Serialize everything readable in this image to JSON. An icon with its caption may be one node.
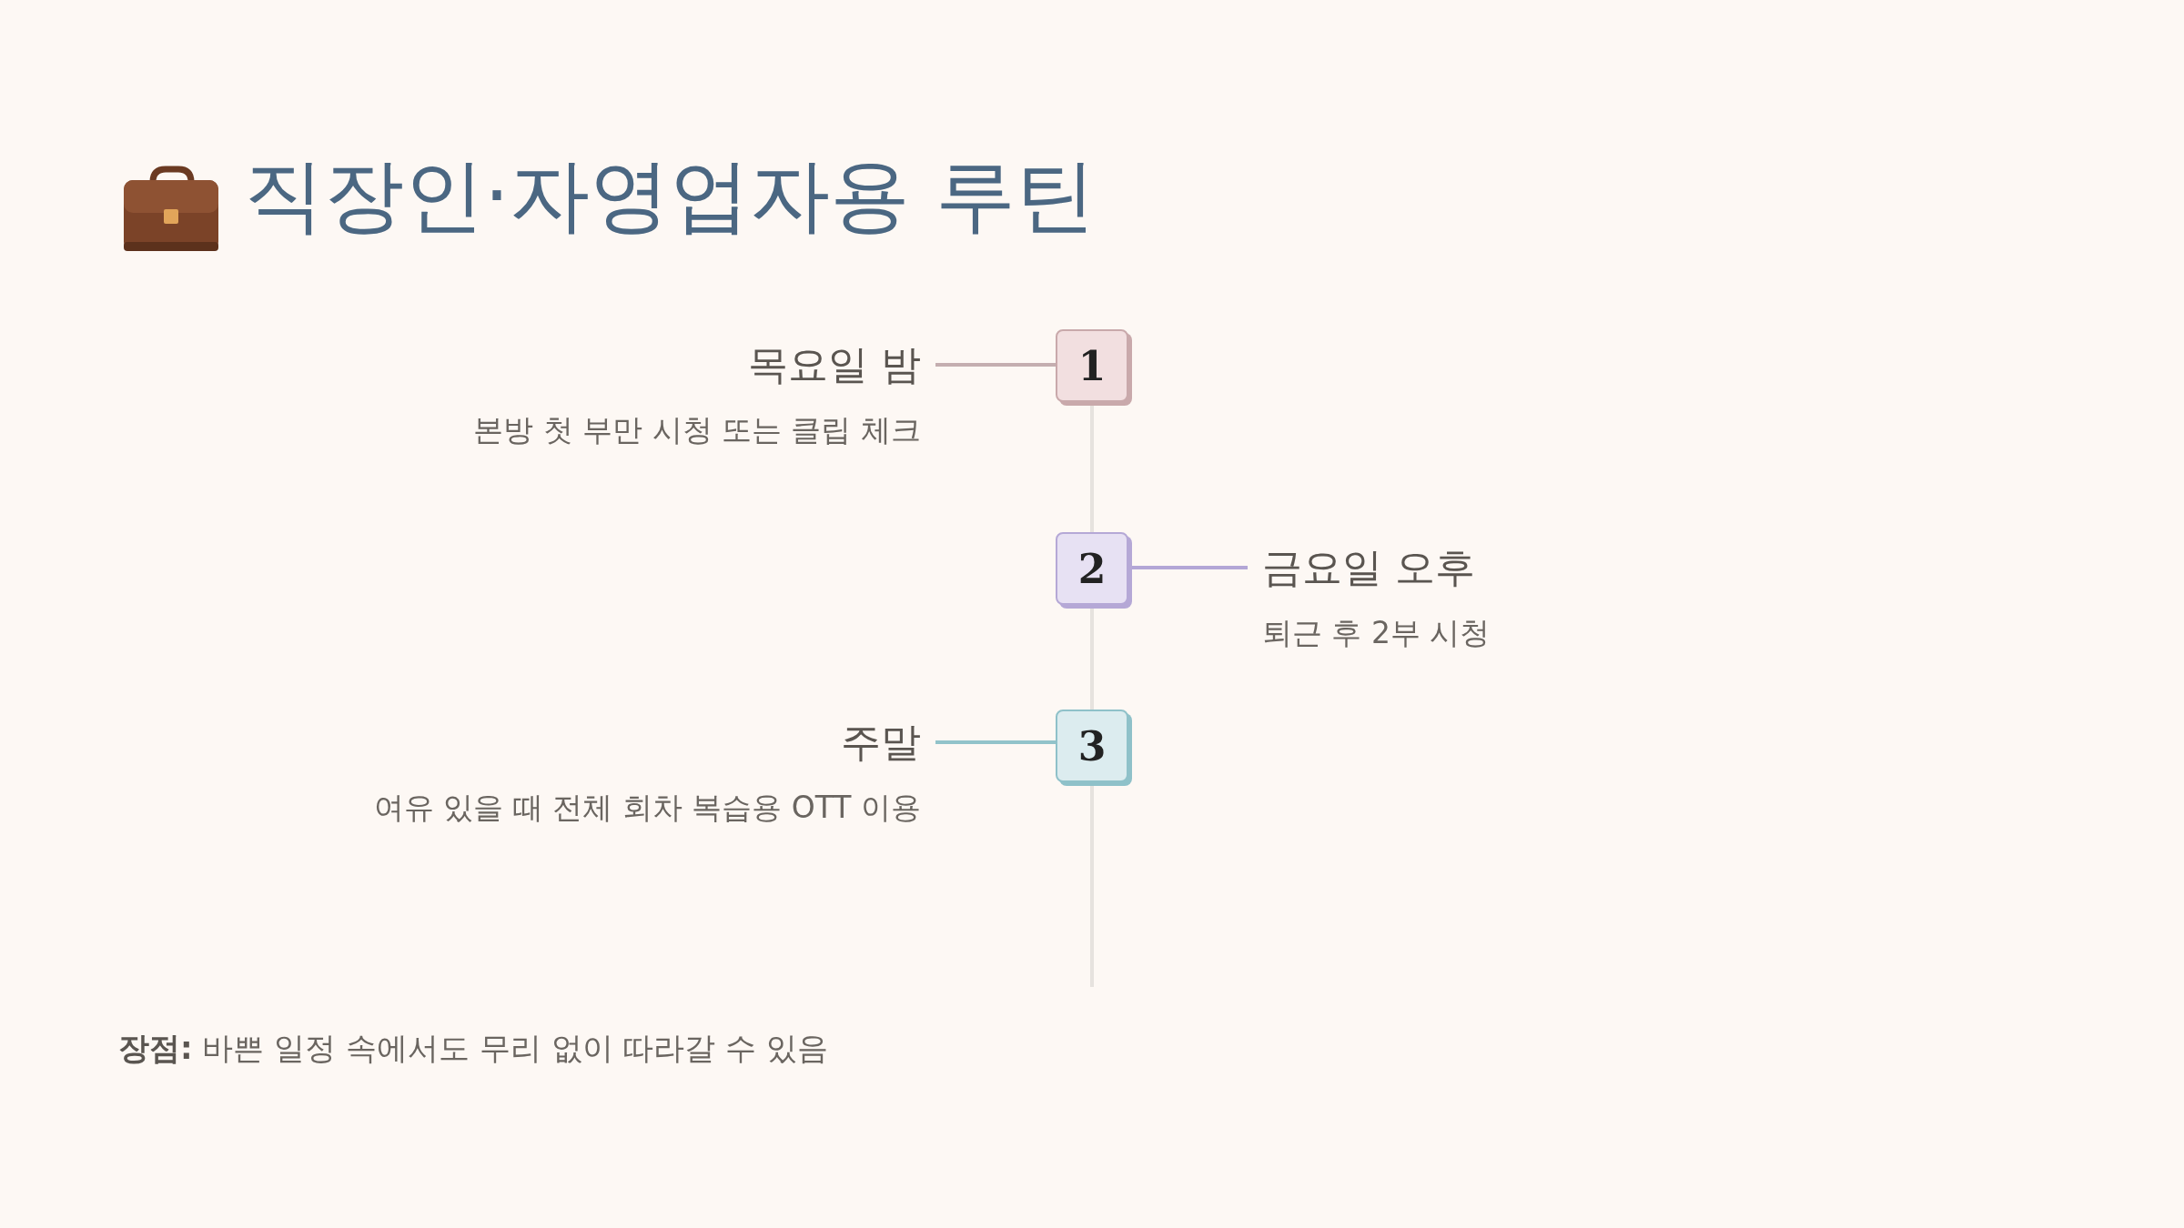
{
  "diagram": {
    "title": "직장인·자영업자용 루틴",
    "nodes": [
      {
        "text": [
          "목요일 밤",
          "본방 첫 부만 시청 또는 클립 체크"
        ]
      },
      {
        "text": [
          "1"
        ]
      },
      {
        "text": [
          "2"
        ]
      },
      {
        "text": [
          "금요일 오후",
          "퇴근 후 2부 시청"
        ]
      },
      {
        "text": [
          "주말",
          "여유 있을 때 전체 회차 복습용 OTT 이용"
        ]
      },
      {
        "text": [
          "3"
        ]
      }
    ],
    "edges": [
      {
        "from": 1,
        "to": 0,
        "arrow": "none",
        "color": "#c4aeb0"
      },
      {
        "from": 2,
        "to": 3,
        "arrow": "none",
        "color": "#b3a6d6"
      },
      {
        "from": 5,
        "to": 4,
        "arrow": "none",
        "color": "#92c3ca"
      },
      {
        "from": 1,
        "to": 2,
        "arrow": "none"
      },
      {
        "from": 2,
        "to": 5,
        "arrow": "none"
      }
    ],
    "labels": [
      "**장점:** 바쁜 일정 속에서도 무리 없이 따라갈 수 있음"
    ]
  }
}
